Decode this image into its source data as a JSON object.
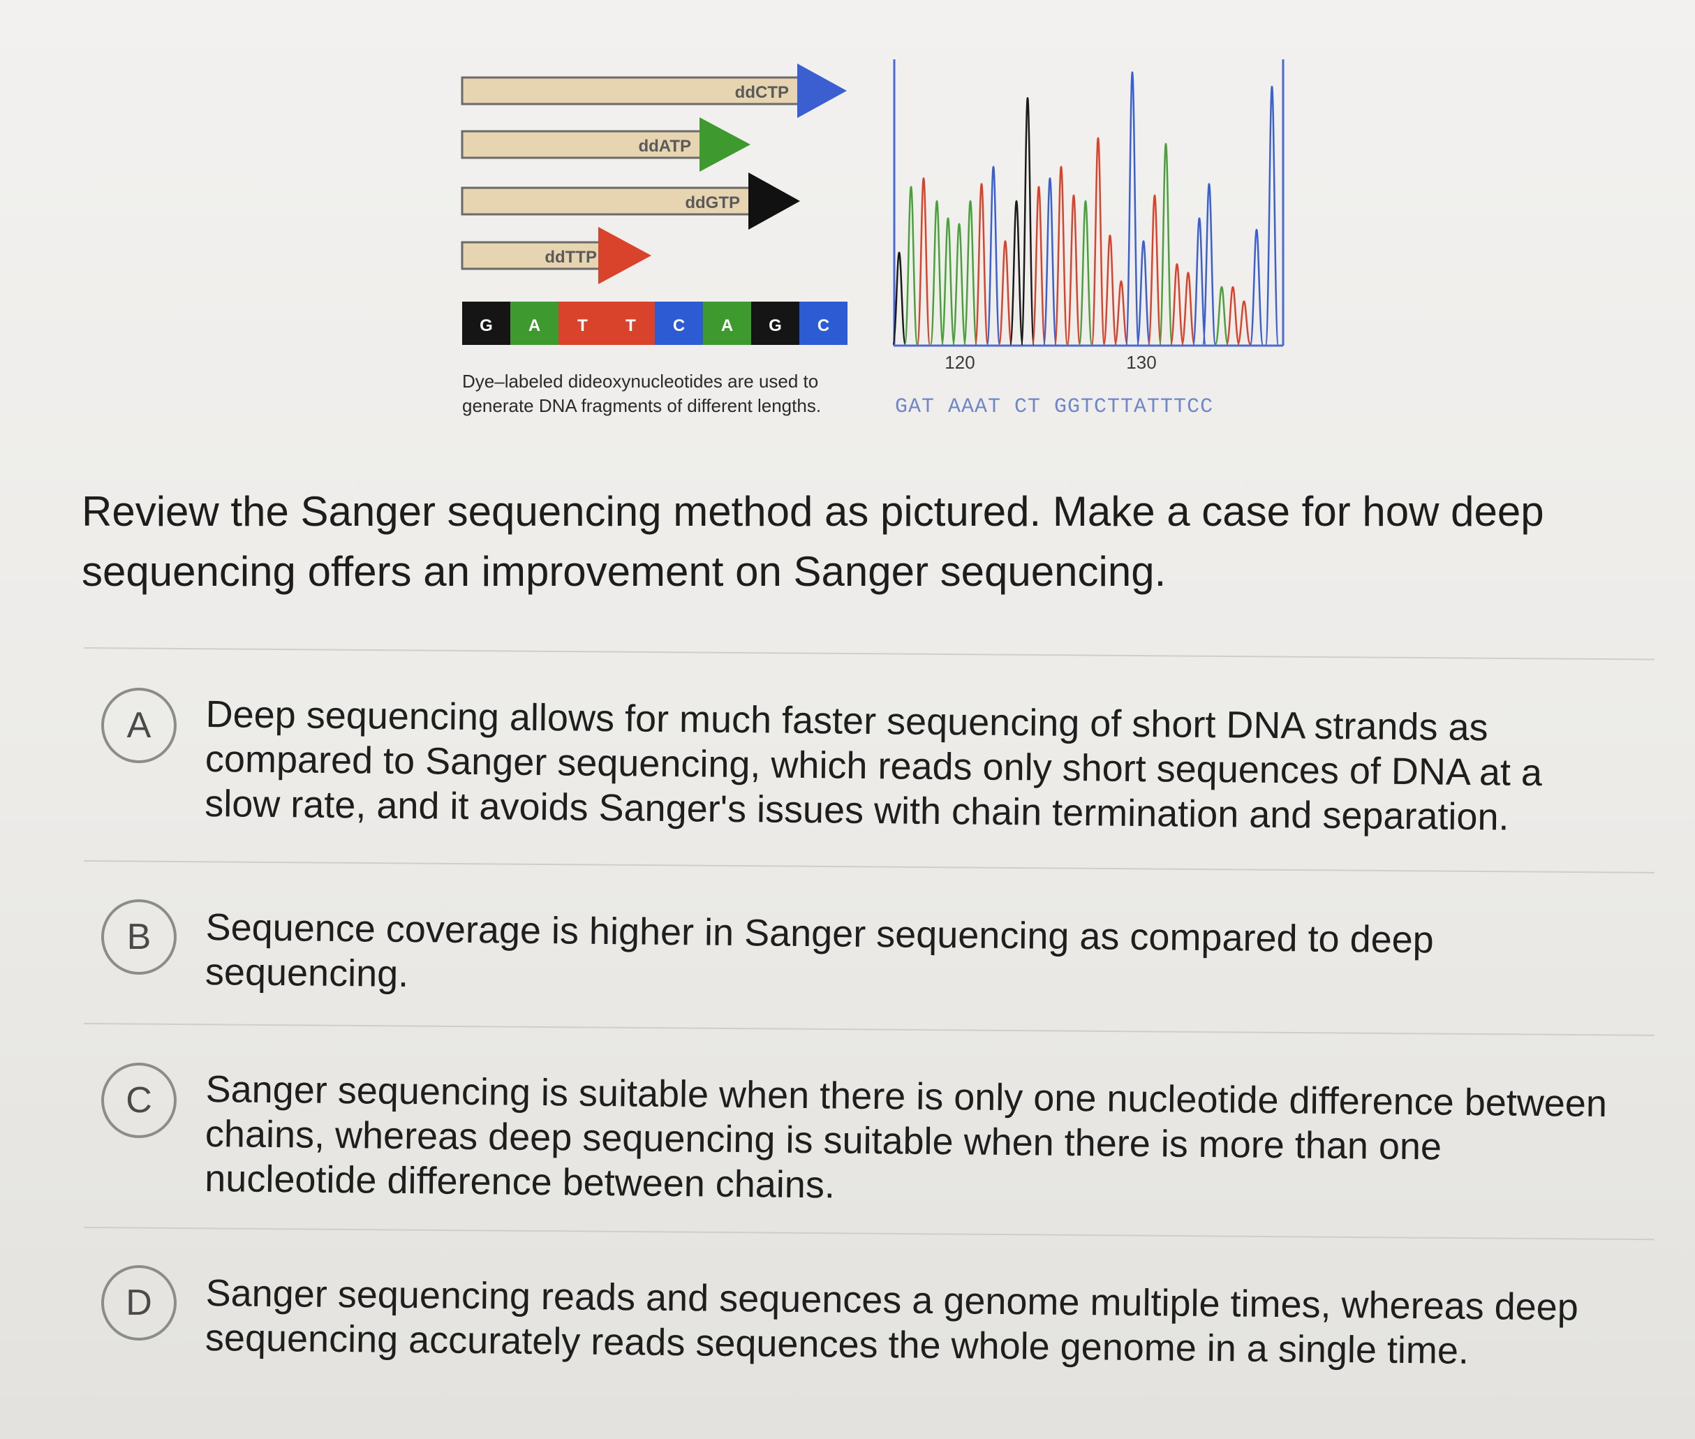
{
  "figure": {
    "fragments": [
      {
        "label": "ddCTP",
        "color": "#3b5fd1"
      },
      {
        "label": "ddATP",
        "color": "#3e9a2e"
      },
      {
        "label": "ddGTP",
        "color": "#111111"
      },
      {
        "label": "ddTTP",
        "color": "#d9432c"
      }
    ],
    "sequence_bar": [
      {
        "base": "G",
        "color": "#151515"
      },
      {
        "base": "A",
        "color": "#3e9a2e"
      },
      {
        "base": "T",
        "color": "#d9432c"
      },
      {
        "base": "T",
        "color": "#d9432c"
      },
      {
        "base": "C",
        "color": "#2c5bd4"
      },
      {
        "base": "A",
        "color": "#3e9a2e"
      },
      {
        "base": "G",
        "color": "#151515"
      },
      {
        "base": "C",
        "color": "#2c5bd4"
      }
    ],
    "caption_line1": "Dye–labeled dideoxynucleotides are used to",
    "caption_line2": "generate DNA fragments of different lengths.",
    "chromatogram_ticks": [
      "120",
      "130"
    ],
    "chromatogram_sequence": "GAT AAAT CT GGTCTTATTTCC"
  },
  "question": "Review the Sanger sequencing method as pictured. Make a case for how deep sequencing offers an improvement on Sanger sequencing.",
  "options": [
    {
      "letter": "A",
      "text": "Deep sequencing allows for much faster sequencing of short DNA strands as compared to Sanger sequencing, which reads only short sequences of DNA at a slow rate, and it avoids Sanger's issues with chain termination and separation."
    },
    {
      "letter": "B",
      "text": "Sequence coverage is higher in Sanger sequencing as compared to deep sequencing."
    },
    {
      "letter": "C",
      "text": "Sanger sequencing is suitable when there is only one nucleotide difference between chains, whereas deep sequencing is suitable when there is more than one nucleotide difference between chains."
    },
    {
      "letter": "D",
      "text": "Sanger sequencing reads and sequences a genome multiple times, whereas deep sequencing accurately reads sequences the whole genome in a single time."
    }
  ]
}
